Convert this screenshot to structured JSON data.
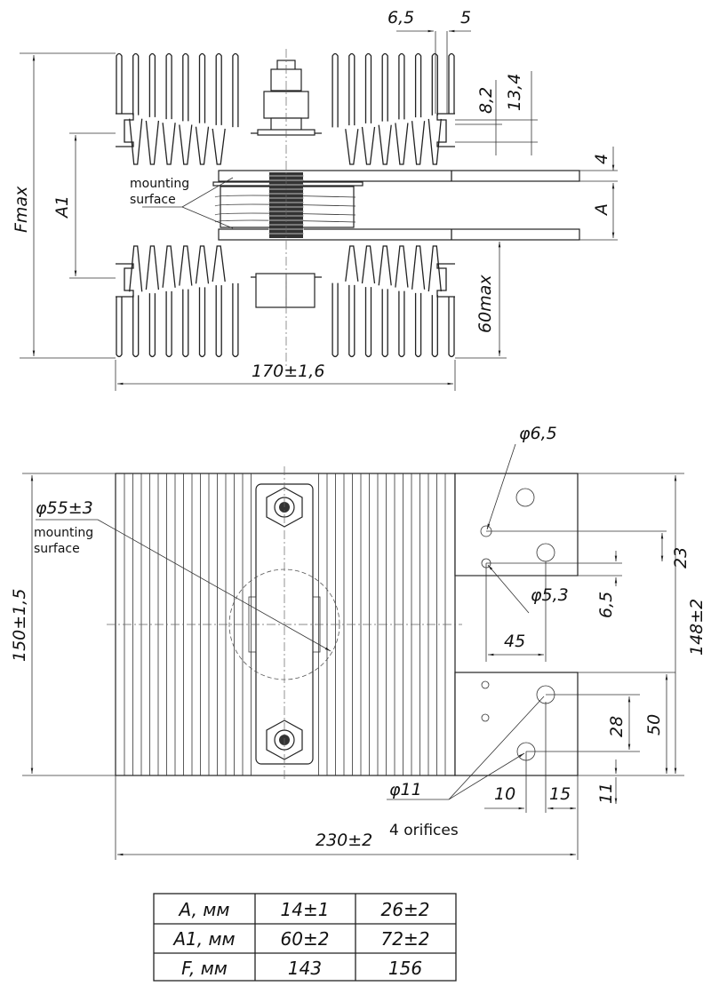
{
  "side_view": {
    "dims": {
      "fin_width": "6,5",
      "fin_gap": "5",
      "h1": "8,2",
      "h2": "13,4",
      "plate_thickness": "4",
      "a": "A",
      "a1": "A1",
      "fmax": "Fmax",
      "height_max": "60max",
      "width": "170±1,6"
    },
    "mounting_label_1": "mounting",
    "mounting_label_2": "surface"
  },
  "top_view": {
    "dims": {
      "diameter_device": "φ55±3",
      "hole_small_1": "φ6,5",
      "hole_small_2": "φ5,3",
      "hole_large": "φ11",
      "spacing_23": "23",
      "spacing_6_5": "6,5",
      "terminal_45": "45",
      "height_150": "150±1,5",
      "height_148": "148±2",
      "spacing_28": "28",
      "spacing_50": "50",
      "spacing_10": "10",
      "spacing_15": "15",
      "spacing_11": "11",
      "length_230": "230±2"
    },
    "mounting_label_1": "mounting",
    "mounting_label_2": "surface",
    "orifices_label": "4 orifices"
  },
  "table": {
    "rows": [
      {
        "param": "A, мм",
        "v1": "14±1",
        "v2": "26±2"
      },
      {
        "param": "A1, мм",
        "v1": "60±2",
        "v2": "72±2"
      },
      {
        "param": "F, мм",
        "v1": "143",
        "v2": "156"
      }
    ]
  }
}
